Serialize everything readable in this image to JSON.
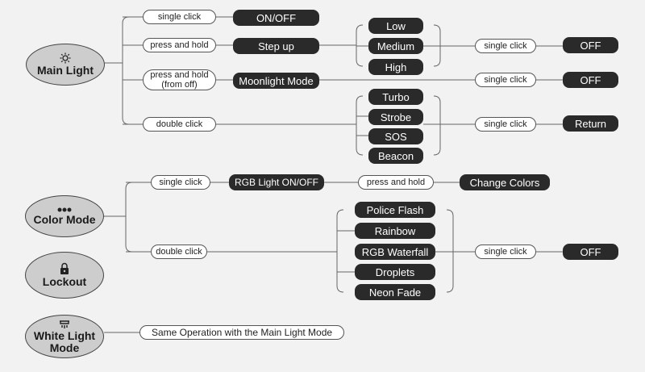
{
  "modes": {
    "main_light": "Main Light",
    "color_mode": "Color Mode",
    "lockout": "Lockout",
    "white_light": "White Light\nMode"
  },
  "main": {
    "single_click": "single click",
    "on_off": "ON/OFF",
    "press_hold": "press and hold",
    "step_up": "Step up",
    "low": "Low",
    "medium": "Medium",
    "high": "High",
    "single_click_2": "single click",
    "off_1": "OFF",
    "press_hold_off": "press and hold\n(from off)",
    "moonlight": "Moonlight Mode",
    "single_click_3": "single click",
    "off_2": "OFF",
    "double_click": "double click",
    "turbo": "Turbo",
    "strobe": "Strobe",
    "sos": "SOS",
    "beacon": "Beacon",
    "single_click_4": "single click",
    "return": "Return"
  },
  "color": {
    "single_click": "single click",
    "rgb_on_off": "RGB Light ON/OFF",
    "press_hold": "press and hold",
    "change_colors": "Change Colors",
    "double_click": "double click",
    "police_flash": "Police Flash",
    "rainbow": "Rainbow",
    "rgb_waterfall": "RGB Waterfall",
    "droplets": "Droplets",
    "neon_fade": "Neon Fade",
    "single_click_2": "single click",
    "off": "OFF"
  },
  "white": {
    "note": "Same Operation with the Main Light Mode"
  },
  "icons": {
    "main_light": "sun-icon",
    "color_mode": "three-dots-icon",
    "lockout": "lock-icon",
    "white_light": "ceiling-lamp-icon"
  }
}
